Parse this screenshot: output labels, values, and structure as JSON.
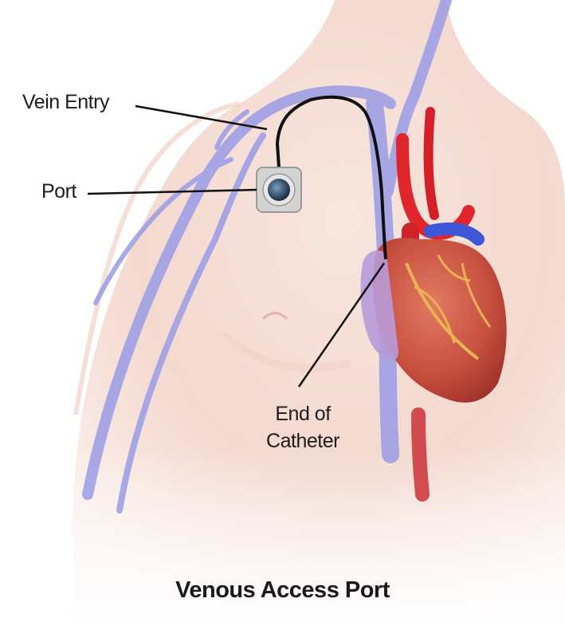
{
  "title": "Venous Access Port",
  "labels": {
    "vein_entry": "Vein Entry",
    "port": "Port",
    "end_of_catheter_line1": "End of",
    "end_of_catheter_line2": "Catheter"
  },
  "colors": {
    "skin": "#f6dcd3",
    "vein": "#8f8fe0",
    "artery": "#e0252b",
    "heart": "#c9564c",
    "catheter": "#101010",
    "port_metal": "#c9c9c9"
  }
}
